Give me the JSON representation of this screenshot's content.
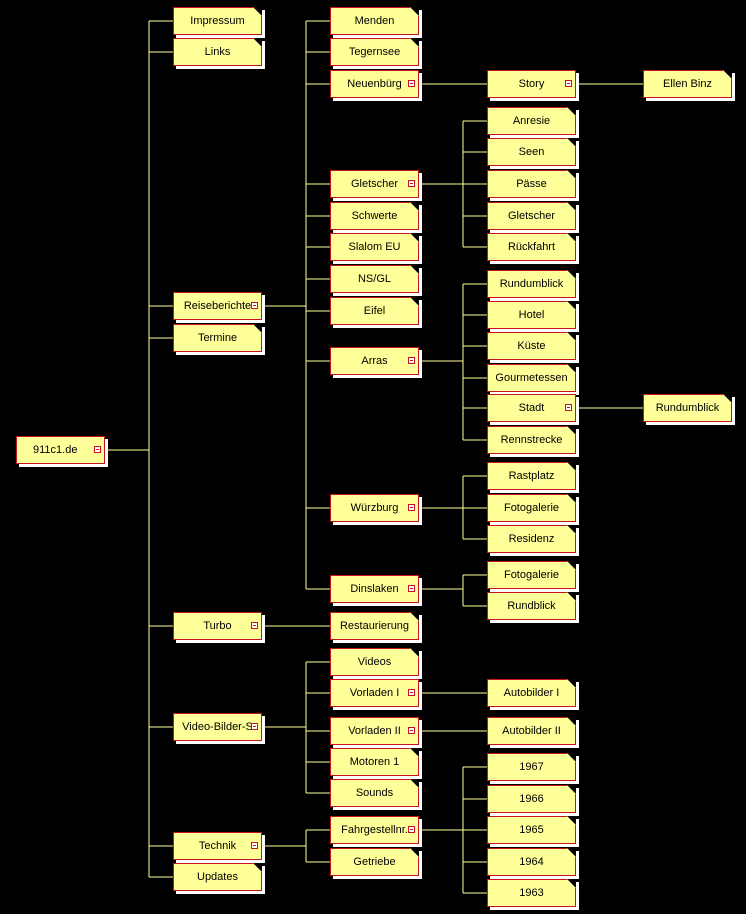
{
  "root": "911c1.de",
  "level1": {
    "impressum": "Impressum",
    "links": "Links",
    "reiseberichte": "Reiseberichte",
    "termine": "Termine",
    "turbo": "Turbo",
    "video": "Video-Bilder-S",
    "technik": "Technik",
    "updates": "Updates"
  },
  "reiseberichte": {
    "menden": "Menden",
    "tegernsee": "Tegernsee",
    "neuenbuerg": "Neuenbürg",
    "gletscher": "Gletscher",
    "schwerte": "Schwerte",
    "slalom": "Slalom EU",
    "nsgl": "NS/GL",
    "eifel": "Eifel",
    "arras": "Arras",
    "wuerzburg": "Würzburg",
    "dinslaken": "Dinslaken"
  },
  "neuenbuerg": {
    "story": "Story",
    "ellen": "Ellen Binz"
  },
  "gletscher": {
    "anresie": "Anresie",
    "seen": "Seen",
    "paesse": "Pässe",
    "gletscher": "Gletscher",
    "rueckfahrt": "Rückfahrt"
  },
  "arras": {
    "rundumblick": "Rundumblick",
    "hotel": "Hotel",
    "kueste": "Küste",
    "gourmet": "Gourmetessen",
    "stadt": "Stadt",
    "rennstrecke": "Rennstrecke",
    "stadt_rundumblick": "Rundumblick"
  },
  "wuerzburg": {
    "rastplatz": "Rastplatz",
    "fotogalerie": "Fotogalerie",
    "residenz": "Residenz"
  },
  "dinslaken": {
    "fotogalerie": "Fotogalerie",
    "rundblick": "Rundblick"
  },
  "turbo": {
    "restaurierung": "Restaurierung"
  },
  "video": {
    "videos": "Videos",
    "vorladen1": "Vorladen I",
    "vorladen2": "Vorladen II",
    "motoren1": "Motoren 1",
    "sounds": "Sounds",
    "autobilder1": "Autobilder I",
    "autobilder2": "Autobilder II"
  },
  "technik": {
    "fahrgestell": "Fahrgestellnr.",
    "getriebe": "Getriebe",
    "y1967": "1967",
    "y1966": "1966",
    "y1965": "1965",
    "y1964": "1964",
    "y1963": "1963"
  },
  "colors": {
    "node_fill": "#ffff99",
    "node_border": "#c8141e",
    "connector": "#ffff99",
    "background": "#000000"
  }
}
